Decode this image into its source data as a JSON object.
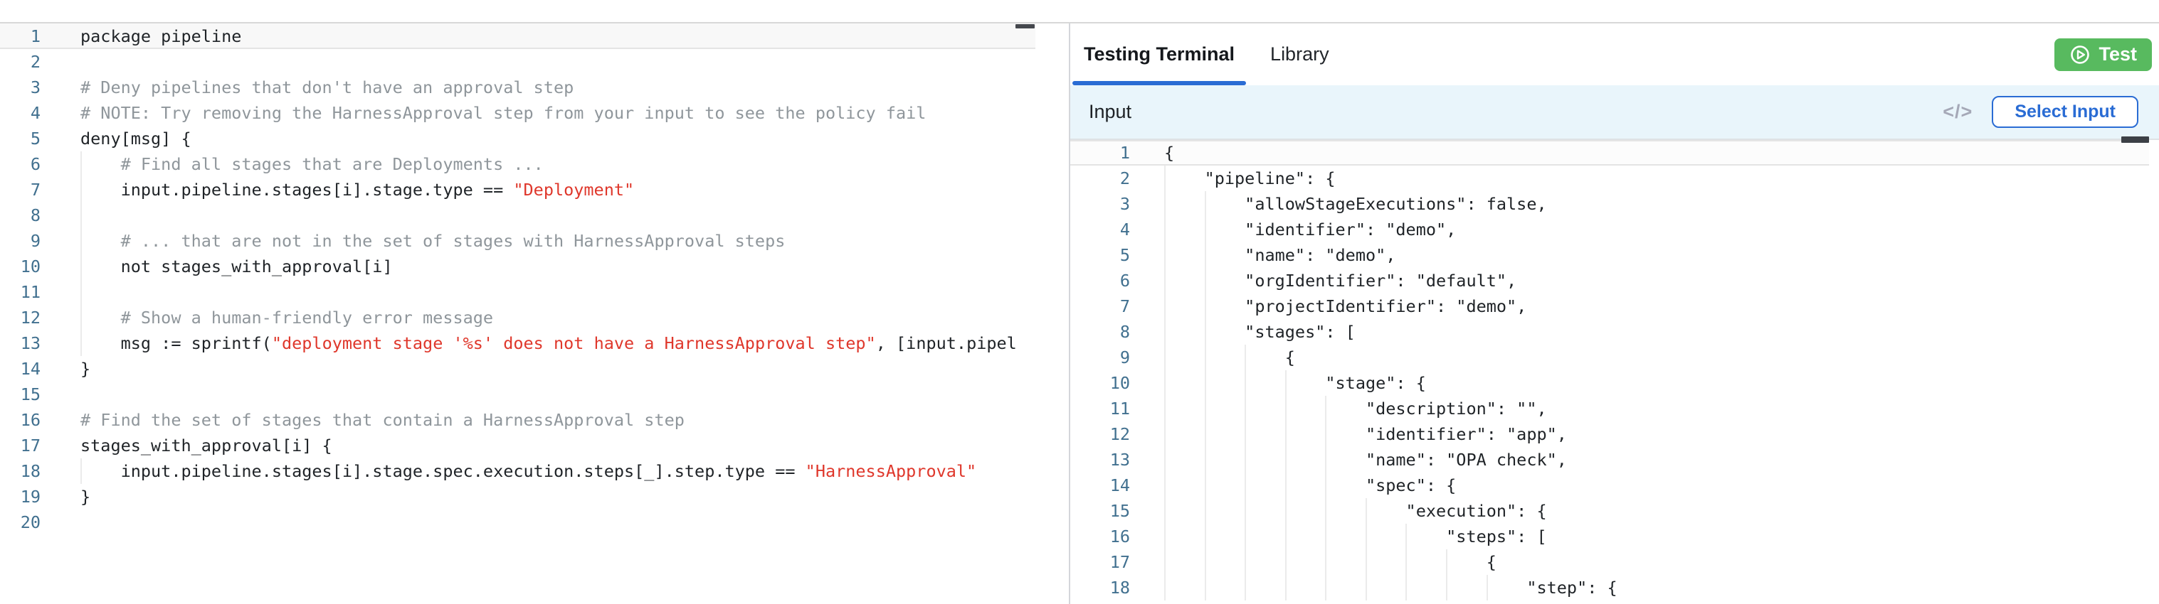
{
  "colors": {
    "accent_blue": "#2a6cd4",
    "button_green": "#58ba5f",
    "string_red": "#df372b",
    "comment_grey": "#8f969b",
    "line_number_blue": "#41708f",
    "code_text": "#1f2327"
  },
  "left_editor": {
    "language": "rego",
    "lines": [
      {
        "n": 1,
        "g": 0,
        "cur": true,
        "t": [
          [
            "package pipeline",
            "c"
          ]
        ]
      },
      {
        "n": 2,
        "g": 0,
        "t": []
      },
      {
        "n": 3,
        "g": 0,
        "t": [
          [
            "# Deny pipelines that don't have an approval step",
            "m"
          ]
        ]
      },
      {
        "n": 4,
        "g": 0,
        "t": [
          [
            "# NOTE: Try removing the HarnessApproval step from your input to see the policy fail",
            "m"
          ]
        ]
      },
      {
        "n": 5,
        "g": 0,
        "t": [
          [
            "deny[msg] {",
            "c"
          ]
        ]
      },
      {
        "n": 6,
        "g": 1,
        "t": [
          [
            "    # Find all stages that are Deployments ...",
            "m"
          ]
        ]
      },
      {
        "n": 7,
        "g": 1,
        "t": [
          [
            "    input.pipeline.stages[i].stage.type == ",
            "c"
          ],
          [
            "\"Deployment\"",
            "s"
          ]
        ]
      },
      {
        "n": 8,
        "g": 1,
        "t": []
      },
      {
        "n": 9,
        "g": 1,
        "t": [
          [
            "    # ... that are not in the set of stages with HarnessApproval steps",
            "m"
          ]
        ]
      },
      {
        "n": 10,
        "g": 1,
        "t": [
          [
            "    not stages_with_approval[i]",
            "c"
          ]
        ]
      },
      {
        "n": 11,
        "g": 1,
        "t": []
      },
      {
        "n": 12,
        "g": 1,
        "t": [
          [
            "    # Show a human-friendly error message",
            "m"
          ]
        ]
      },
      {
        "n": 13,
        "g": 1,
        "t": [
          [
            "    msg := sprintf(",
            "c"
          ],
          [
            "\"deployment stage '%s' does not have a HarnessApproval step\"",
            "s"
          ],
          [
            ", [input.pipel",
            "c"
          ]
        ]
      },
      {
        "n": 14,
        "g": 0,
        "t": [
          [
            "}",
            "c"
          ]
        ]
      },
      {
        "n": 15,
        "g": 0,
        "t": []
      },
      {
        "n": 16,
        "g": 0,
        "t": [
          [
            "# Find the set of stages that contain a HarnessApproval step",
            "m"
          ]
        ]
      },
      {
        "n": 17,
        "g": 0,
        "t": [
          [
            "stages_with_approval[i] {",
            "c"
          ]
        ]
      },
      {
        "n": 18,
        "g": 1,
        "t": [
          [
            "    input.pipeline.stages[i].stage.spec.execution.steps[_].step.type == ",
            "c"
          ],
          [
            "\"HarnessApproval\"",
            "s"
          ]
        ]
      },
      {
        "n": 19,
        "g": 0,
        "t": [
          [
            "}",
            "c"
          ]
        ]
      },
      {
        "n": 20,
        "g": 0,
        "t": []
      }
    ]
  },
  "right_panel": {
    "tabs": [
      {
        "label": "Testing Terminal",
        "active": true
      },
      {
        "label": "Library",
        "active": false
      }
    ],
    "test_button": {
      "label": "Test",
      "icon": "play-circle"
    },
    "input_bar": {
      "title": "Input",
      "code_icon": "</>",
      "select_button_label": "Select Input"
    },
    "json_editor": {
      "language": "json",
      "lines": [
        {
          "n": 1,
          "g": 0,
          "cur": true,
          "t": [
            [
              "{",
              "c"
            ]
          ]
        },
        {
          "n": 2,
          "g": 1,
          "t": [
            [
              "    \"pipeline\": {",
              "c"
            ]
          ]
        },
        {
          "n": 3,
          "g": 2,
          "t": [
            [
              "        \"allowStageExecutions\": false,",
              "c"
            ]
          ]
        },
        {
          "n": 4,
          "g": 2,
          "t": [
            [
              "        \"identifier\": \"demo\",",
              "c"
            ]
          ]
        },
        {
          "n": 5,
          "g": 2,
          "t": [
            [
              "        \"name\": \"demo\",",
              "c"
            ]
          ]
        },
        {
          "n": 6,
          "g": 2,
          "t": [
            [
              "        \"orgIdentifier\": \"default\",",
              "c"
            ]
          ]
        },
        {
          "n": 7,
          "g": 2,
          "t": [
            [
              "        \"projectIdentifier\": \"demo\",",
              "c"
            ]
          ]
        },
        {
          "n": 8,
          "g": 2,
          "t": [
            [
              "        \"stages\": [",
              "c"
            ]
          ]
        },
        {
          "n": 9,
          "g": 3,
          "t": [
            [
              "            {",
              "c"
            ]
          ]
        },
        {
          "n": 10,
          "g": 4,
          "t": [
            [
              "                \"stage\": {",
              "c"
            ]
          ]
        },
        {
          "n": 11,
          "g": 5,
          "t": [
            [
              "                    \"description\": \"\",",
              "c"
            ]
          ]
        },
        {
          "n": 12,
          "g": 5,
          "t": [
            [
              "                    \"identifier\": \"app\",",
              "c"
            ]
          ]
        },
        {
          "n": 13,
          "g": 5,
          "t": [
            [
              "                    \"name\": \"OPA check\",",
              "c"
            ]
          ]
        },
        {
          "n": 14,
          "g": 5,
          "t": [
            [
              "                    \"spec\": {",
              "c"
            ]
          ]
        },
        {
          "n": 15,
          "g": 6,
          "t": [
            [
              "                        \"execution\": {",
              "c"
            ]
          ]
        },
        {
          "n": 16,
          "g": 7,
          "t": [
            [
              "                            \"steps\": [",
              "c"
            ]
          ]
        },
        {
          "n": 17,
          "g": 8,
          "t": [
            [
              "                                {",
              "c"
            ]
          ]
        },
        {
          "n": 18,
          "g": 9,
          "t": [
            [
              "                                    \"step\": {",
              "c"
            ]
          ]
        }
      ]
    }
  }
}
